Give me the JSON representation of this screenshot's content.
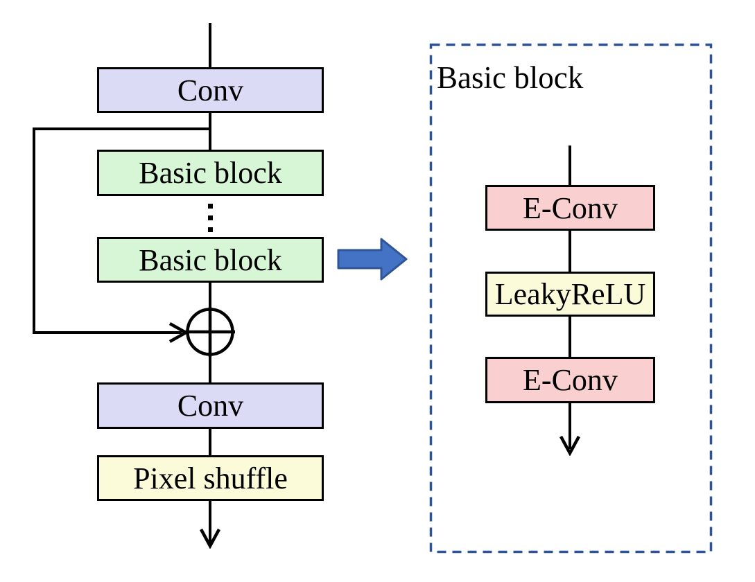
{
  "left_flow": {
    "conv_top": "Conv",
    "basic_block_1": "Basic block",
    "ellipsis": "⋮",
    "basic_block_2": "Basic block",
    "sum_symbol": "circle-plus",
    "conv_bottom": "Conv",
    "pixel_shuffle": "Pixel shuffle"
  },
  "detail_panel": {
    "title": "Basic block",
    "e_conv_1": "E-Conv",
    "leaky_relu": "LeakyReLU",
    "e_conv_2": "E-Conv"
  },
  "colors": {
    "conv_fill": "#dbdbf6",
    "basic_block_fill": "#d6f6d6",
    "e_conv_fill": "#f9cfd0",
    "yellow_fill": "#fbfbd9",
    "block_border": "#000000",
    "connector": "#000000",
    "callout_arrow_fill": "#4472c4",
    "callout_arrow_border": "#2f5597",
    "dashed_box_border": "#2e5395"
  }
}
